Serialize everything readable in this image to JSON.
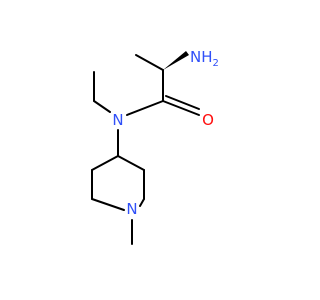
{
  "molecule": {
    "atoms": {
      "nh2": {
        "main": "NH",
        "sub": "2"
      },
      "o": "O",
      "n_amide": "N",
      "n_ring": "N"
    },
    "colors": {
      "bond": "#000000",
      "nitrogen": "#3050f8",
      "oxygen": "#ff0d0d"
    }
  }
}
